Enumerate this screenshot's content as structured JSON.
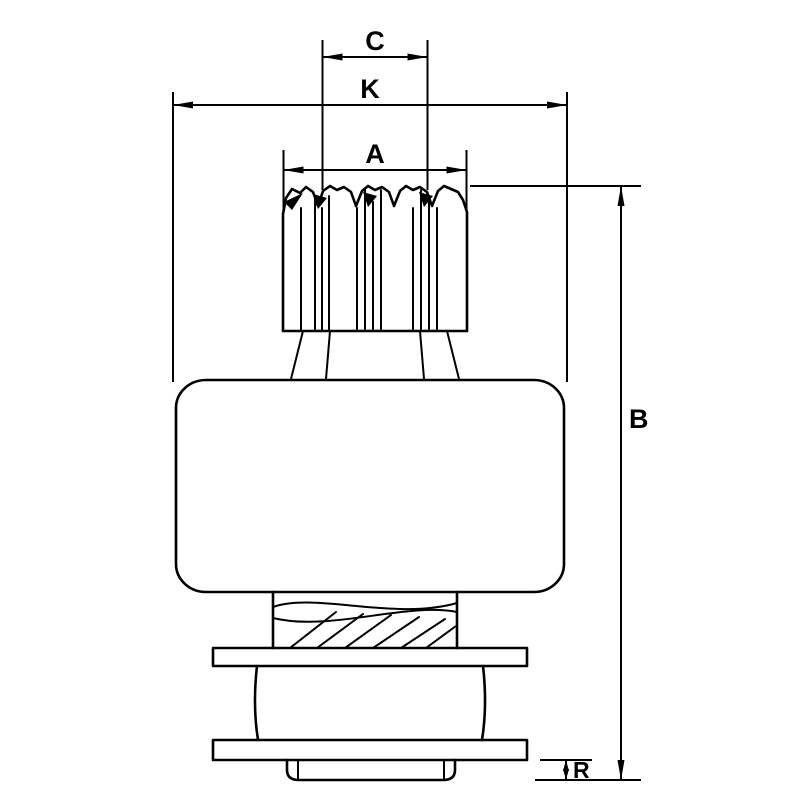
{
  "diagram": {
    "colors": {
      "line": "#000000",
      "background": "#ffffff"
    },
    "labels": {
      "c": "C",
      "k": "K",
      "a": "A",
      "b": "B",
      "r": "R"
    }
  }
}
